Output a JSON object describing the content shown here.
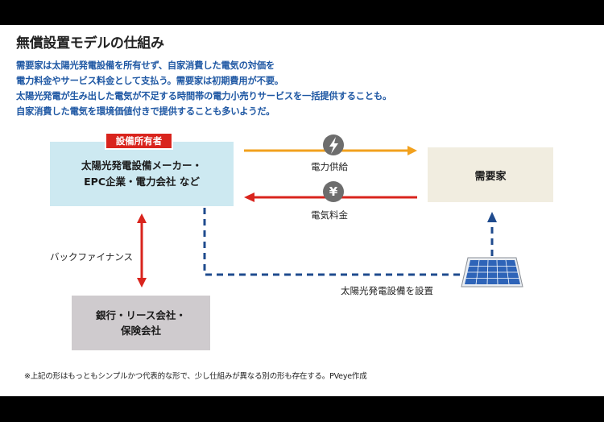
{
  "title": "無償設置モデルの仕組み",
  "description": [
    "需要家は太陽光発電設備を所有せず、自家消費した電気の対価を",
    "電力料金やサービス料金として支払う。需要家は初期費用が不要。",
    "太陽光発電が生み出した電気が不足する時間帯の電力小売りサービスを一括提供することも。",
    "自家消費した電気を環境価値付きで提供することも多いようだ。"
  ],
  "owner_tag": "設備所有者",
  "owner_lines": [
    "太陽光発電設備メーカー・",
    "EPC企業・電力会社 など"
  ],
  "consumer": "需要家",
  "bank_lines": [
    "銀行・リース会社・",
    "保険会社"
  ],
  "labels": {
    "power_supply": "電力供給",
    "electricity_fee": "電気料金",
    "back_finance": "バックファイナンス",
    "install": "太陽光発電設備を設置"
  },
  "icons": {
    "power": "lightning-icon",
    "fee": "yen-icon",
    "panel": "solar-panel-icon"
  },
  "colors": {
    "accent_blue": "#1e57a3",
    "owner_fill": "#cde9f1",
    "consumer_fill": "#f1ede0",
    "bank_fill": "#cfcbce",
    "tag_red": "#d9241d",
    "arrow_orange": "#f2a11d",
    "arrow_red": "#d9241d",
    "dash_navy": "#1f4b8e"
  },
  "note": "※上記の形はもっともシンプルかつ代表的な形で、少し仕組みが異なる別の形も存在する。PVeye作成"
}
